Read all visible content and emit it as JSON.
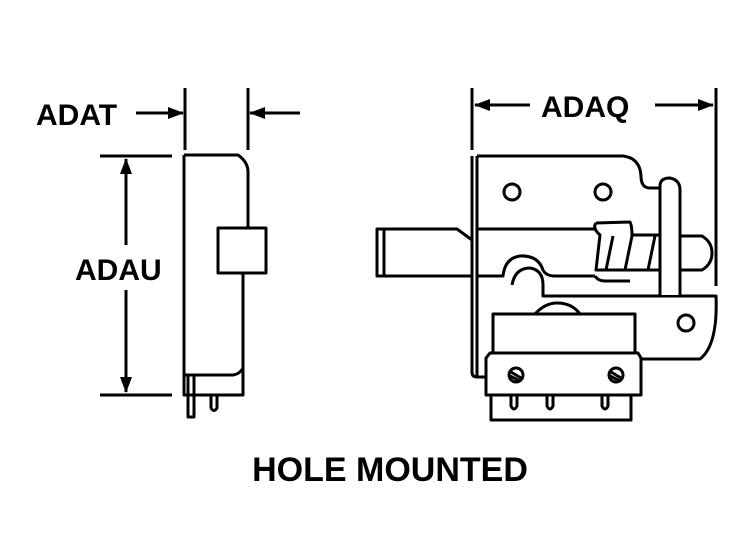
{
  "labels": {
    "width_dim": "ADAT",
    "height_dim": "ADAU",
    "length_dim": "ADAQ",
    "caption": "HOLE MOUNTED"
  },
  "colors": {
    "line": "#000000",
    "background": "#ffffff"
  }
}
